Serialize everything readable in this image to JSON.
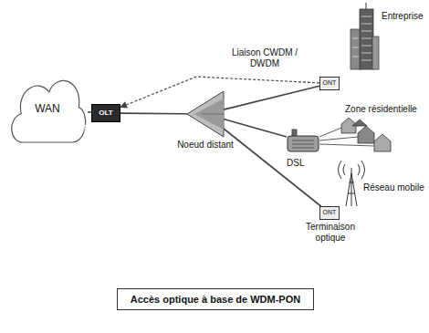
{
  "diagram": {
    "caption": "Accès optique à base de WDM-PON",
    "nodes": [
      {
        "text": [
          "WAN"
        ]
      },
      {
        "text": [
          "OLT",
          "Terminaison optique"
        ]
      },
      {
        "text": [
          "Noeud distant"
        ]
      },
      {
        "text": [
          "ONT"
        ]
      },
      {
        "text": [
          "DSL"
        ]
      },
      {
        "text": [
          "ONT",
          "Terminaison optique"
        ]
      }
    ],
    "edges": [
      {
        "from": 0,
        "to": 1,
        "arrow": "none"
      },
      {
        "from": 1,
        "to": 2,
        "arrow": "none"
      },
      {
        "from": 2,
        "to": 3,
        "arrow": "none"
      },
      {
        "from": 2,
        "to": 4,
        "arrow": "none"
      },
      {
        "from": 2,
        "to": 5,
        "arrow": "none"
      },
      {
        "from": 3,
        "to": 1,
        "label": "Liaison CWDM / DWDM",
        "arrow": "to"
      }
    ],
    "labels": [
      "Entreprise",
      "Zone résidentielle",
      "Réseau mobile"
    ]
  }
}
